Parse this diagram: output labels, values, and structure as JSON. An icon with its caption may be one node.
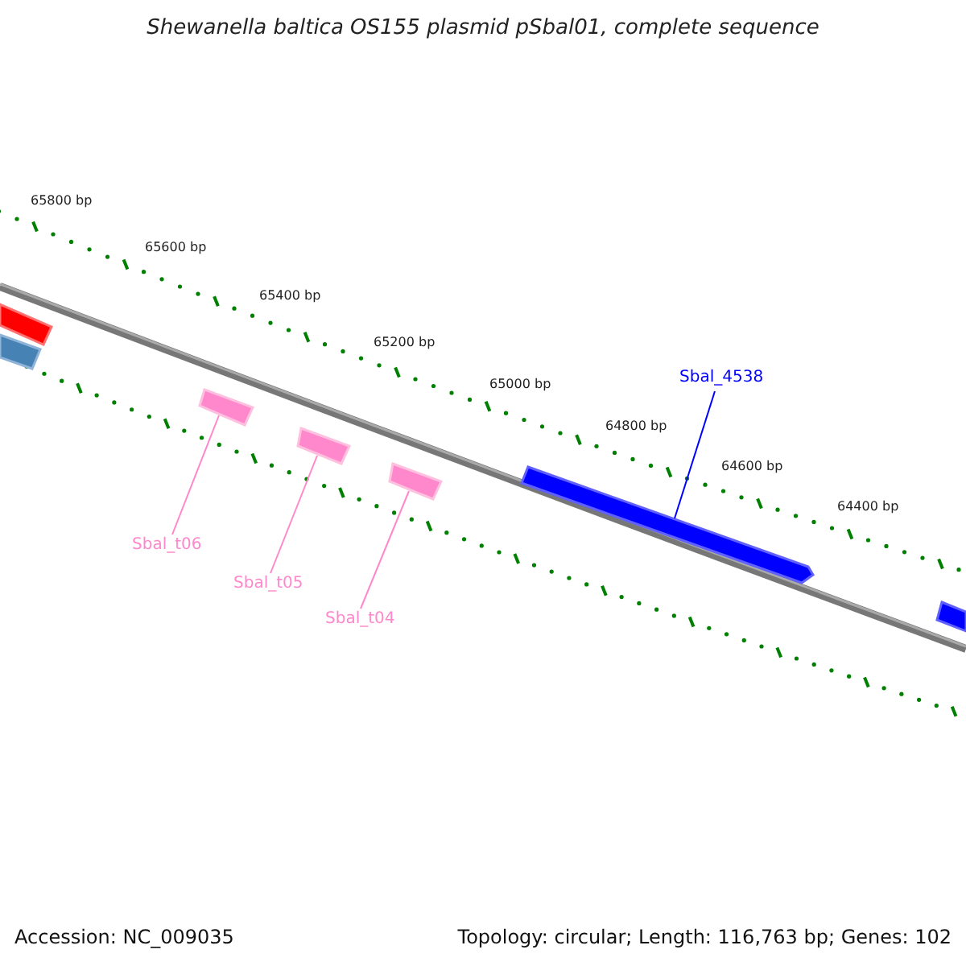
{
  "diagram": {
    "title": "Shewanella baltica OS155 plasmid pSbal01, complete sequence",
    "nodes": [
      {
        "text": [],
        "shape": "bar"
      },
      {
        "text": [],
        "shape": "bar"
      },
      {
        "text": [],
        "shape": "bar"
      },
      {
        "text": [],
        "shape": "bar"
      },
      {
        "text": [],
        "shape": "bar"
      },
      {
        "text": [],
        "shape": "bar"
      },
      {
        "text": [],
        "shape": "bar"
      },
      {
        "text": [
          "Sbal_4538"
        ]
      },
      {
        "text": [
          "Sbal_t06"
        ]
      },
      {
        "text": [
          "Sbal_t05"
        ]
      },
      {
        "text": [
          "Sbal_t04"
        ]
      }
    ],
    "edges": [
      {
        "from": 7,
        "to": 5,
        "arrow": "none",
        "color": "#0000ff"
      },
      {
        "from": 8,
        "to": 2,
        "arrow": "none"
      },
      {
        "from": 9,
        "to": 3,
        "arrow": "none"
      },
      {
        "from": 10,
        "to": 4,
        "arrow": "none"
      }
    ],
    "labels": [
      "65800 bp",
      "65600 bp",
      "65400 bp",
      "65200 bp",
      "65000 bp",
      "64800 bp",
      "64600 bp",
      "64400 bp",
      "Accession: NC_009035",
      "Topology: circular; Length: 116,763 bp; Genes: 102"
    ]
  }
}
